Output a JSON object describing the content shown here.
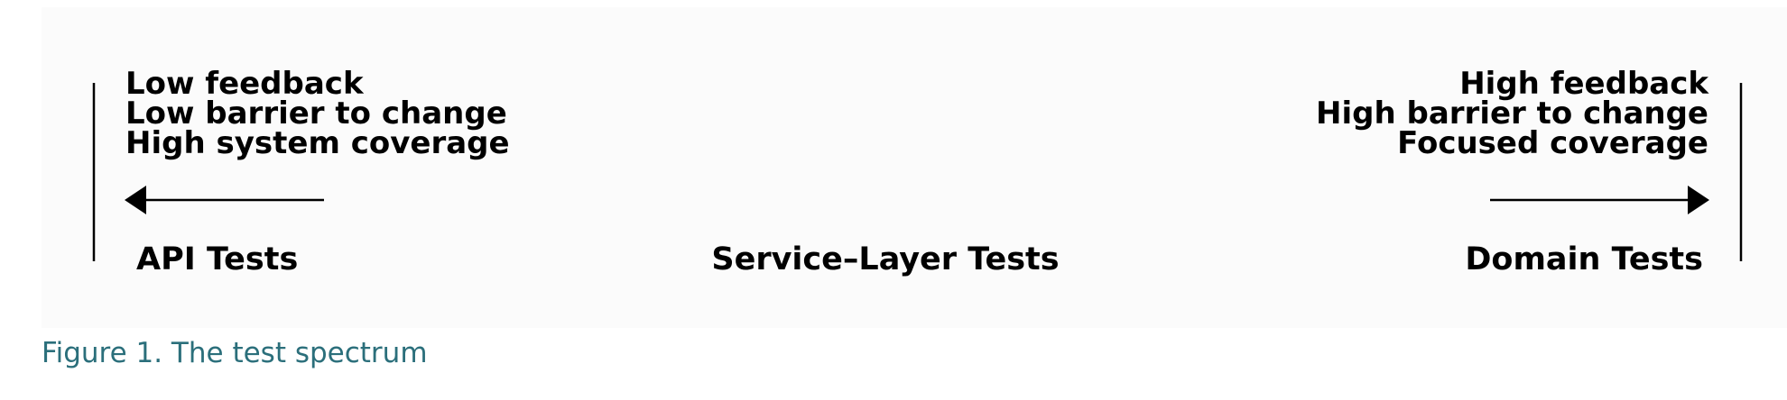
{
  "diagram": {
    "left_group": {
      "lines": [
        "Low feedback",
        "Low barrier to change",
        "High system coverage"
      ]
    },
    "right_group": {
      "lines": [
        "High feedback",
        "High barrier to change",
        "Focused coverage"
      ]
    },
    "labels": {
      "left": "API Tests",
      "center": "Service–Layer Tests",
      "right": "Domain Tests"
    },
    "colors": {
      "ink": "#000000",
      "panel": "#fbfbfb",
      "caption": "#2b6f7b"
    }
  },
  "caption": "Figure 1. The test spectrum"
}
